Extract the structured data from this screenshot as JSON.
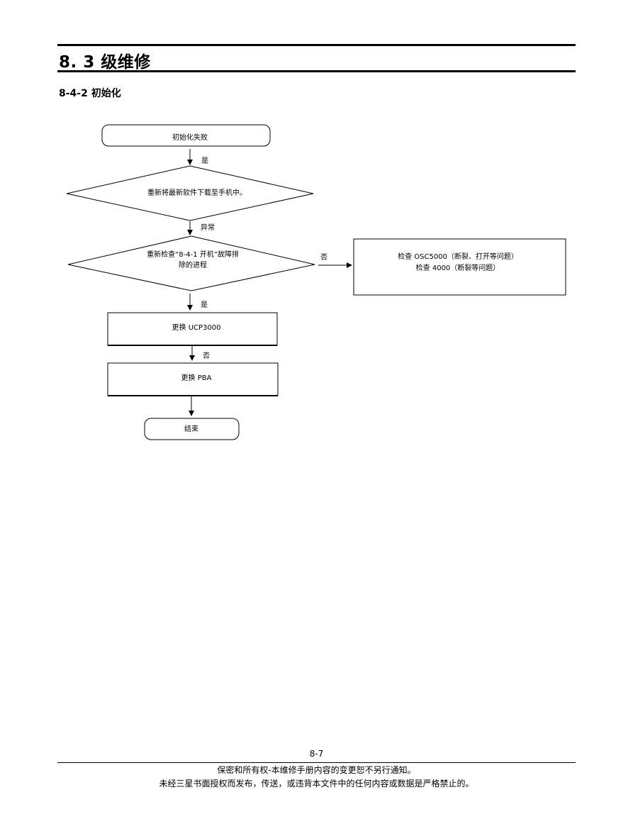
{
  "header": {
    "section_title": "8. 3 级维修",
    "subsection_title": "8-4-2  初始化"
  },
  "flowchart": {
    "nodes": {
      "start": "初始化失败",
      "download": "重新将最新软件下载至手机中。",
      "check_line1": "重新检查“8-4-1 开机”故障排",
      "check_line2": "除的进程",
      "side_line1": "检查  OSC5000（断裂、打开等问题）",
      "side_line2": "检查 4000（断裂等问题）",
      "replace_ucp": "更换    UCP3000",
      "replace_pba": "更换  PBA",
      "end": "结束"
    },
    "edges": {
      "start_to_download": "是",
      "download_to_check": "异常",
      "check_to_side": "否",
      "check_to_ucp": "是",
      "ucp_to_pba": "否"
    }
  },
  "footer": {
    "page_number": "8-7",
    "line1": "保密和所有权-本维修手册内容的变更恕不另行通知。",
    "line2": "未经三星书面授权而发布，传送，或违背本文件中的任何内容或数据是严格禁止的。"
  }
}
